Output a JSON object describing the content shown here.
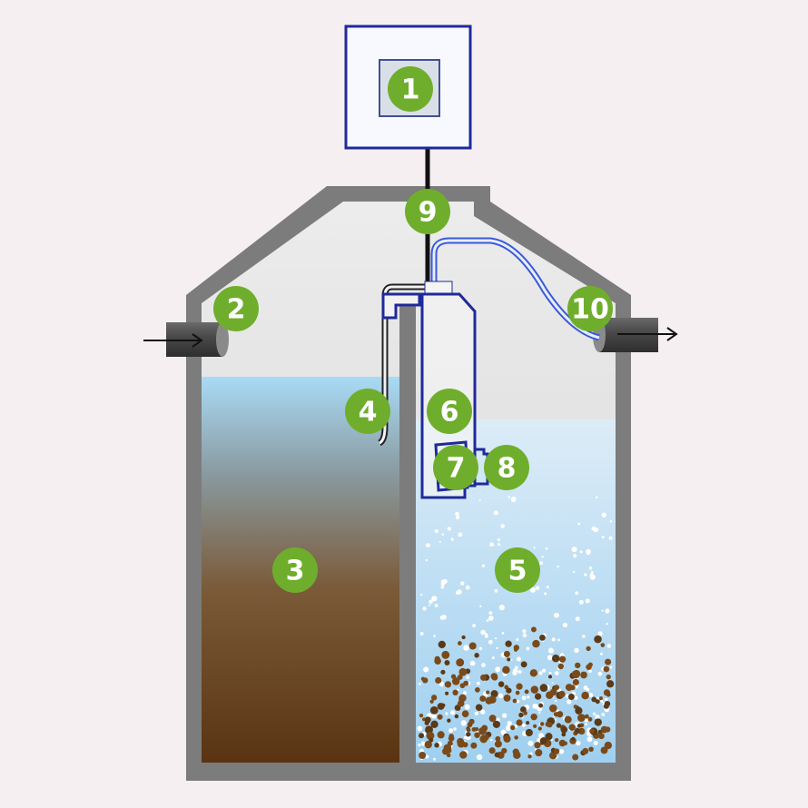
{
  "colors": {
    "background": "#f6eff1",
    "badge": "#6fae2c",
    "tank_wall": "#7c7c7c",
    "outline_blue": "#1f2a9a",
    "water": "#a9d8f2",
    "sludge": "#5a3414"
  },
  "labels": [
    {
      "id": "control-unit",
      "number": "1"
    },
    {
      "id": "inlet",
      "number": "2"
    },
    {
      "id": "primary-chamber",
      "number": "3"
    },
    {
      "id": "transfer-pipe",
      "number": "4"
    },
    {
      "id": "aeration-chamber",
      "number": "5"
    },
    {
      "id": "pump-housing",
      "number": "6"
    },
    {
      "id": "pump",
      "number": "7"
    },
    {
      "id": "aerator",
      "number": "8"
    },
    {
      "id": "cable",
      "number": "9"
    },
    {
      "id": "outlet",
      "number": "10"
    }
  ]
}
